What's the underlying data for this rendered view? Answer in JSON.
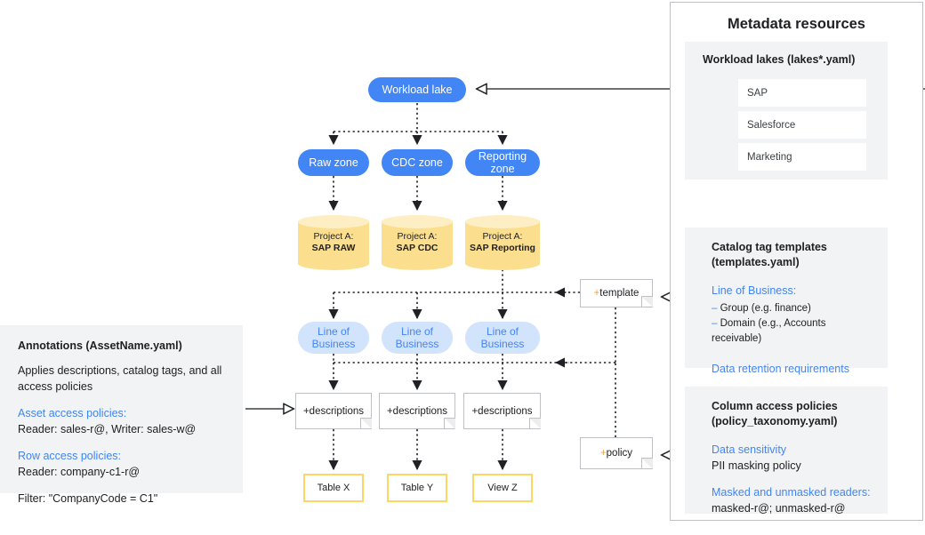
{
  "diagram": {
    "root_node": {
      "label": "Workload lake"
    },
    "zones": [
      {
        "label": "Raw zone"
      },
      {
        "label": "CDC zone"
      },
      {
        "label": "Reporting zone"
      }
    ],
    "projects": [
      {
        "prefix": "Project A:",
        "name": "SAP RAW"
      },
      {
        "prefix": "Project A:",
        "name": "SAP CDC"
      },
      {
        "prefix": "Project A:",
        "name": "SAP Reporting"
      }
    ],
    "tags": [
      {
        "label": "Line of Business"
      },
      {
        "label": "Line of Business"
      },
      {
        "label": "Line of Business"
      }
    ],
    "descriptions": [
      {
        "label": "+descriptions"
      },
      {
        "label": "+descriptions"
      },
      {
        "label": "+descriptions"
      }
    ],
    "assets": [
      {
        "label": "Table X"
      },
      {
        "label": "Table Y"
      },
      {
        "label": "View Z"
      }
    ],
    "template_note": {
      "plus": "+",
      "label": "template"
    },
    "policy_note": {
      "plus": "+",
      "label": "policy"
    }
  },
  "annotations": {
    "title": "Annotations (AssetName.yaml)",
    "intro": "Applies descriptions, catalog tags, and all access policies",
    "asset_access_heading": "Asset access policies:",
    "asset_access_value": "Reader: sales-r@, Writer: sales-w@",
    "row_access_heading": "Row access policies:",
    "row_access_value": "Reader: company-c1-r@",
    "filter": "Filter: \"CompanyCode = C1\""
  },
  "metadata_panel": {
    "title": "Metadata resources",
    "workload_lakes": {
      "title": "Workload lakes (lakes*.yaml)",
      "items": [
        {
          "label": "SAP"
        },
        {
          "label": "Salesforce"
        },
        {
          "label": "Marketing"
        }
      ]
    },
    "catalog_templates": {
      "title_line1": "Catalog tag templates",
      "title_line2": "(templates.yaml)",
      "lob_heading": "Line of Business:",
      "lob_items": [
        {
          "dash": "–",
          "text": "Group (e.g. finance)"
        },
        {
          "dash": "–",
          "text": "Domain (e.g., Accounts receivable)"
        }
      ],
      "retention_heading": "Data retention requirements"
    },
    "column_policies": {
      "title_line1": "Column access policies",
      "title_line2": "(policy_taxonomy.yaml)",
      "sensitivity_heading": "Data sensitivity",
      "sensitivity_value": "PII masking policy",
      "readers_heading": "Masked and unmasked readers:",
      "readers_value": "masked-r@; unmasked-r@"
    }
  },
  "colors": {
    "brand_blue": "#4285F4",
    "light_blue": "#D2E3FC",
    "amber": "#FCDF8E",
    "amber_border": "#FDD663",
    "gray_card": "#F1F3F4",
    "border_gray": "#BDC1C6"
  }
}
